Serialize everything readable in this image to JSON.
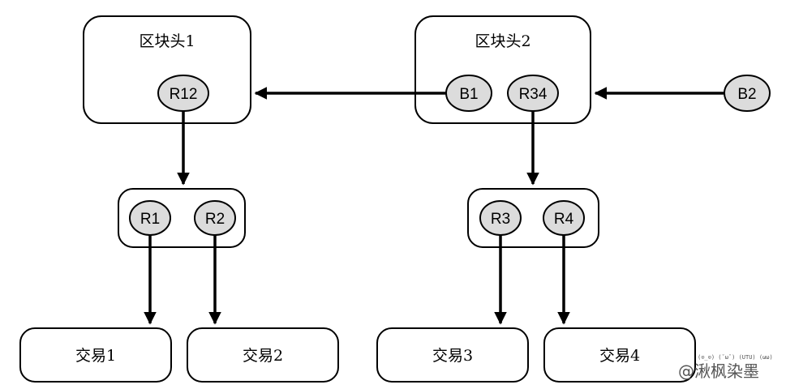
{
  "header_boxes": {
    "h1": {
      "label": "区块头1"
    },
    "h2": {
      "label": "区块头2"
    }
  },
  "nodes": {
    "r12": "R12",
    "b1": "B1",
    "r34": "R34",
    "b2": "B2",
    "r1": "R1",
    "r2": "R2",
    "r3": "R3",
    "r4": "R4"
  },
  "transactions": {
    "t1": "交易1",
    "t2": "交易2",
    "t3": "交易3",
    "t4": "交易4"
  },
  "watermark": {
    "text": "@湫枫染墨",
    "emoticons": "(⊙_⊙)  (ˇωˇ)  (UTU)  (ωω)"
  },
  "colors": {
    "node_fill": "#dcdcdc",
    "stroke": "#000000",
    "background": "#ffffff"
  }
}
